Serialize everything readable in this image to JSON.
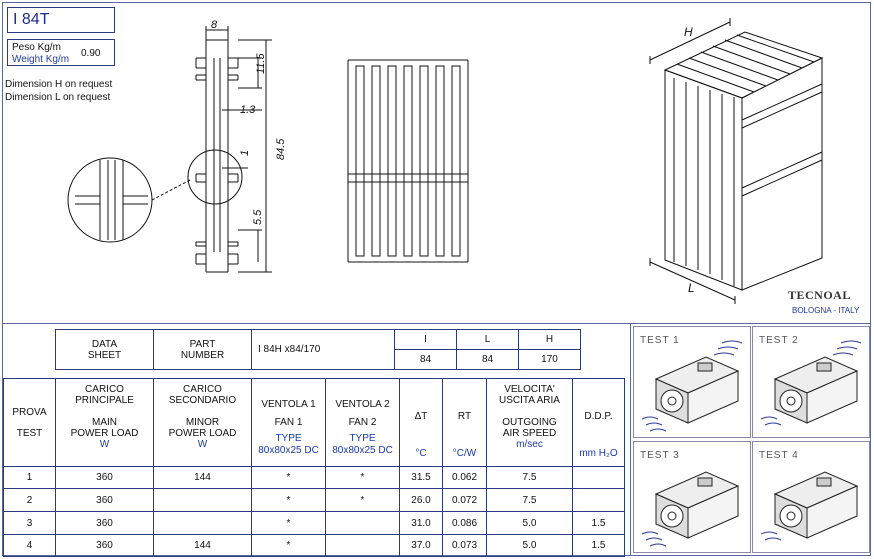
{
  "header": {
    "code": "I 84T",
    "weight_label_it": "Peso Kg/m",
    "weight_label_en": "Weight Kg/m",
    "weight_value": "0.90",
    "note_h": "Dimension H on request",
    "note_l": "Dimension L on request"
  },
  "drawing": {
    "dim_top": "8",
    "dim_fin_top": "11.5",
    "dim_thickness": "1.3",
    "dim_total": "84.5",
    "dim_small": "1",
    "dim_bottom": "5.5",
    "dim_h": "H",
    "dim_l": "L"
  },
  "brand": {
    "name": "TECNOAL",
    "city": "BOLOGNA - ITALY"
  },
  "top_table": {
    "data_sheet": [
      "DATA",
      "SHEET"
    ],
    "part_number_label": [
      "PART",
      "NUMBER"
    ],
    "part_number": "I 84H x84/170",
    "headers": [
      "I",
      "L",
      "H"
    ],
    "values": [
      "84",
      "84",
      "170"
    ]
  },
  "main_table": {
    "col_prova": [
      "PROVA",
      "TEST"
    ],
    "col_main": [
      "CARICO",
      "PRINCIPALE",
      "MAIN",
      "POWER LOAD",
      "W"
    ],
    "col_minor": [
      "CARICO",
      "SECONDARIO",
      "MINOR",
      "POWER LOAD",
      "W"
    ],
    "col_fan1": [
      "VENTOLA 1",
      "FAN 1",
      "TYPE",
      "80x80x25 DC"
    ],
    "col_fan2": [
      "VENTOLA 2",
      "FAN 2",
      "TYPE",
      "80x80x25 DC"
    ],
    "col_dt": [
      "ΔT",
      "°C"
    ],
    "col_rt": [
      "RT",
      "°C/W"
    ],
    "col_speed": [
      "VELOCITA'",
      "USCITA ARIA",
      "OUTGOING",
      "AIR SPEED",
      "m/sec"
    ],
    "col_ddp": [
      "D.D.P.",
      "mm H₂O"
    ],
    "rows": [
      {
        "test": "1",
        "main": "360",
        "minor": "144",
        "fan1": "*",
        "fan2": "*",
        "dt": "31.5",
        "rt": "0.062",
        "speed": "7.5",
        "ddp": ""
      },
      {
        "test": "2",
        "main": "360",
        "minor": "",
        "fan1": "*",
        "fan2": "*",
        "dt": "26.0",
        "rt": "0.072",
        "speed": "7.5",
        "ddp": ""
      },
      {
        "test": "3",
        "main": "360",
        "minor": "",
        "fan1": "*",
        "fan2": "",
        "dt": "31.0",
        "rt": "0.086",
        "speed": "5.0",
        "ddp": "1.5"
      },
      {
        "test": "4",
        "main": "360",
        "minor": "144",
        "fan1": "*",
        "fan2": "",
        "dt": "37.0",
        "rt": "0.073",
        "speed": "5.0",
        "ddp": "1.5"
      }
    ]
  },
  "tests": [
    {
      "label": "TEST 1"
    },
    {
      "label": "TEST 2"
    },
    {
      "label": "TEST 3"
    },
    {
      "label": "TEST 4"
    }
  ]
}
